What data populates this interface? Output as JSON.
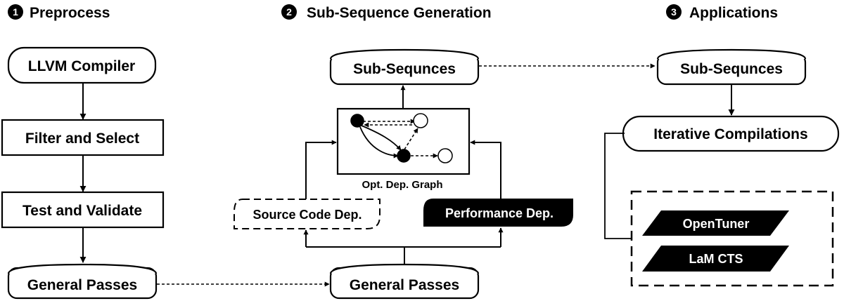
{
  "sections": {
    "preprocess": {
      "number": "1",
      "title": "Preprocess"
    },
    "subseq": {
      "number": "2",
      "title": "Sub-Sequence Generation"
    },
    "applications": {
      "number": "3",
      "title": "Applications"
    }
  },
  "preprocess": {
    "compiler": "LLVM Compiler",
    "filter": "Filter and Select",
    "test": "Test and Validate",
    "passes": "General Passes"
  },
  "generation": {
    "passes": "General Passes",
    "source_dep": "Source Code Dep.",
    "perf_dep": "Performance Dep.",
    "graph_label": "Opt. Dep. Graph",
    "subsequences": "Sub-Sequnces"
  },
  "applications": {
    "subsequences": "Sub-Sequnces",
    "iterative": "Iterative Compilations",
    "tools": [
      "OpenTuner",
      "LaM CTS"
    ]
  }
}
